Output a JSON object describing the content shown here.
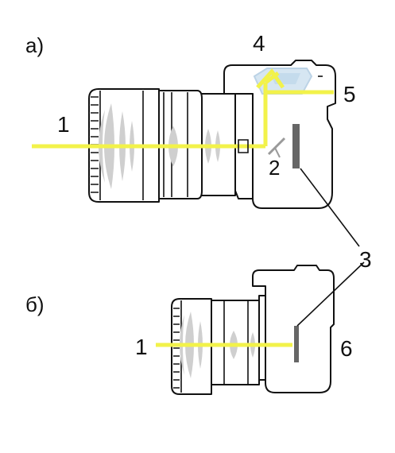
{
  "colors": {
    "light_ray": "#f2f24a",
    "lens_element": "#cfcfcf",
    "sensor": "#666666",
    "mirror": "#9a9a9a",
    "outline": "#111111",
    "prism": "#bcd3e6"
  },
  "labels": {
    "panel_a": "а)",
    "panel_b": "б)",
    "part_1_a": "1",
    "part_2": "2",
    "part_3": "3",
    "part_4": "4",
    "part_5": "5",
    "part_1_b": "1",
    "part_6": "6"
  }
}
